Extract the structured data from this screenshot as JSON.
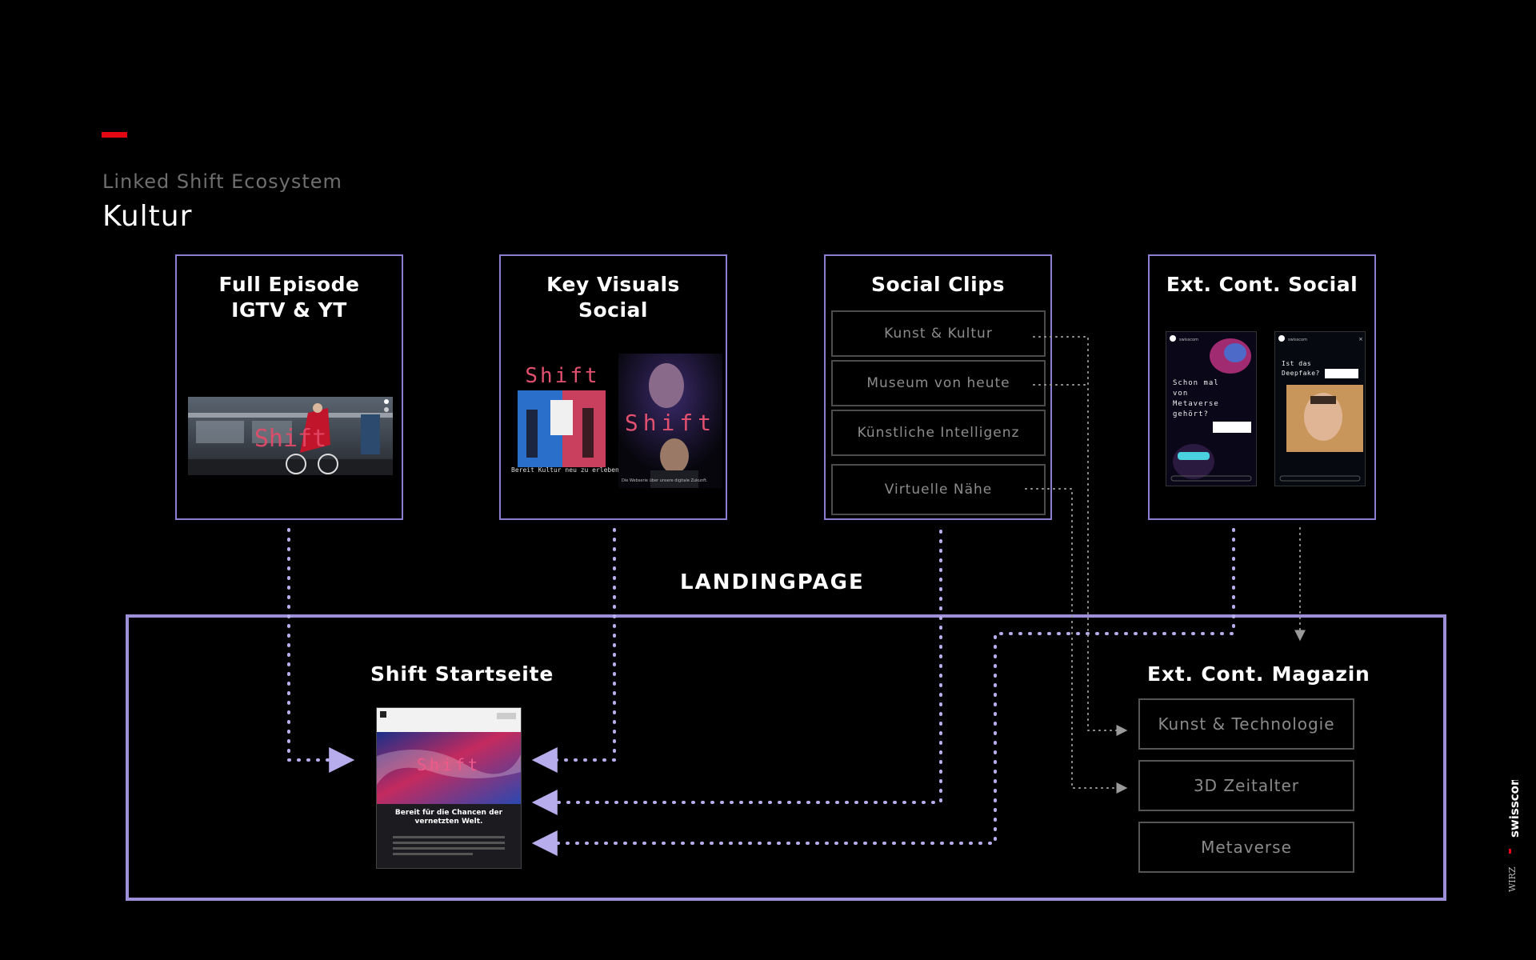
{
  "header": {
    "subtitle": "Linked Shift Ecosystem",
    "title": "Kultur"
  },
  "cards": [
    {
      "title": "Full Episode\nIGTV & YT"
    },
    {
      "title": "Key Visuals\nSocial"
    },
    {
      "title": "Social Clips"
    },
    {
      "title": "Ext. Cont. Social"
    }
  ],
  "social_clips": [
    "Kunst & Kultur",
    "Museum von heute",
    "Künstliche Intelligenz",
    "Virtuelle Nähe"
  ],
  "thumbnails": {
    "video_word": "Shift",
    "kv_word": "Shift",
    "kv_caption": "Bereit Kultur neu zu erleben?",
    "kv_footer": "Die Webserie über unsere digitale Zukunft.",
    "story1_text": "Schon mal von Metaverse gehört?",
    "story2_text": "Ist das Deepfake?",
    "story_account": "swisscom",
    "landing_word": "Shift",
    "landing_headline": "Bereit für die Chancen der vernetzten Welt."
  },
  "landing": {
    "label": "LANDINGPAGE",
    "start_title": "Shift Startseite",
    "magazin_title": "Ext. Cont. Magazin",
    "magazin_items": [
      "Kunst & Technologie",
      "3D Zeitalter",
      "Metaverse"
    ]
  },
  "brand": {
    "name": "swisscom",
    "agency": "WIRZ"
  },
  "colors": {
    "accent": "#e30613",
    "frame": "#8a7fd0",
    "connector": "#b7acec",
    "connector_gray": "#9a9a9a"
  }
}
